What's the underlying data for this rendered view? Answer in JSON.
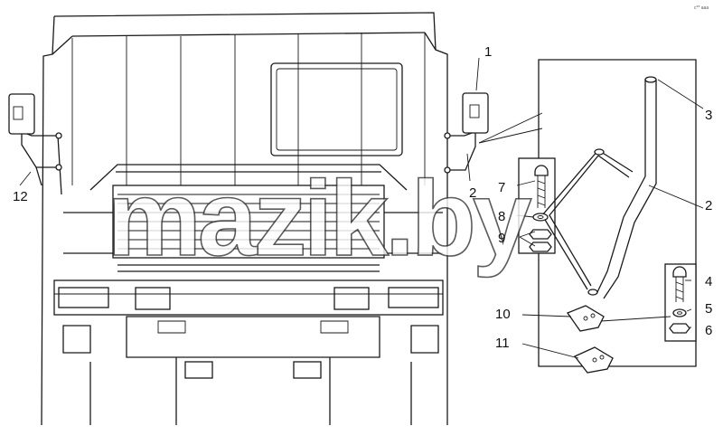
{
  "watermark": "mazik.by",
  "corner_mark": "с** ааа",
  "colors": {
    "ink": "#1a1a1a",
    "paper": "#ffffff"
  },
  "callouts": {
    "c1": "1",
    "c2": "2",
    "c2b": "2",
    "c3": "3",
    "c4": "4",
    "c5": "5",
    "c6": "6",
    "c7": "7",
    "c8": "8",
    "c9": "9",
    "c10": "10",
    "c11": "11",
    "c12": "12"
  }
}
